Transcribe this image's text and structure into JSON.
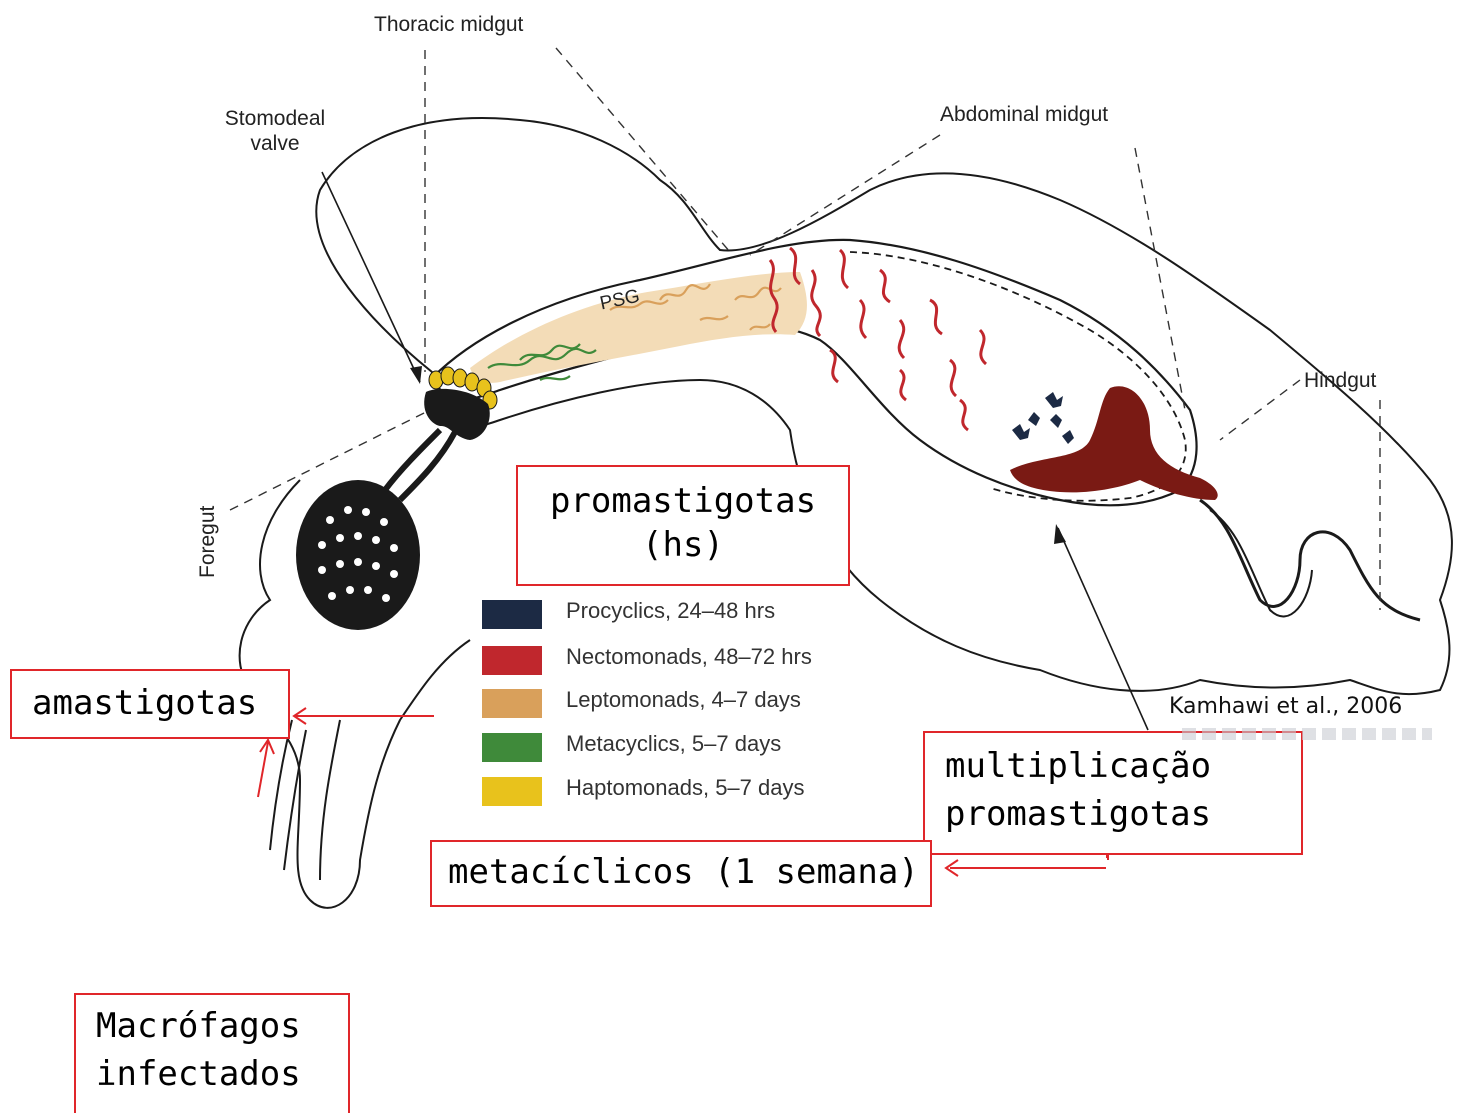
{
  "diagram": {
    "labels": {
      "thoracic_midgut": "Thoracic midgut",
      "stomodeal_valve": [
        "Stomodeal",
        "valve"
      ],
      "abdominal_midgut": "Abdominal midgut",
      "hindgut": "Hindgut",
      "foregut": "Foregut",
      "psg": "PSG"
    },
    "legend": [
      {
        "label": "Procyclics, 24–48 hrs",
        "color": "#1c2a44"
      },
      {
        "label": "Nectomonads, 48–72 hrs",
        "color": "#c0272d"
      },
      {
        "label": "Leptomonads, 4–7 days",
        "color": "#d9a05b"
      },
      {
        "label": "Metacyclics, 5–7 days",
        "color": "#3f8a3a"
      },
      {
        "label": "Haptomonads, 5–7 days",
        "color": "#e8c21c"
      }
    ],
    "colors": {
      "annotation_red": "#e0262a",
      "outline": "#1a1a1a",
      "psg_fill": "#f3dcb7",
      "blood_meal": "#7a1a14"
    }
  },
  "annotations": {
    "promastigotas": [
      "promastigotas",
      "(hs)"
    ],
    "amastigotas": "amastigotas",
    "multiplicacao": [
      "multiplicação",
      "promastigotas"
    ],
    "metaciclicos": "metacíclicos (1 semana)",
    "macrofagos": [
      "Macrófagos",
      "infectados"
    ]
  },
  "credit": "Kamhawi et al., 2006"
}
